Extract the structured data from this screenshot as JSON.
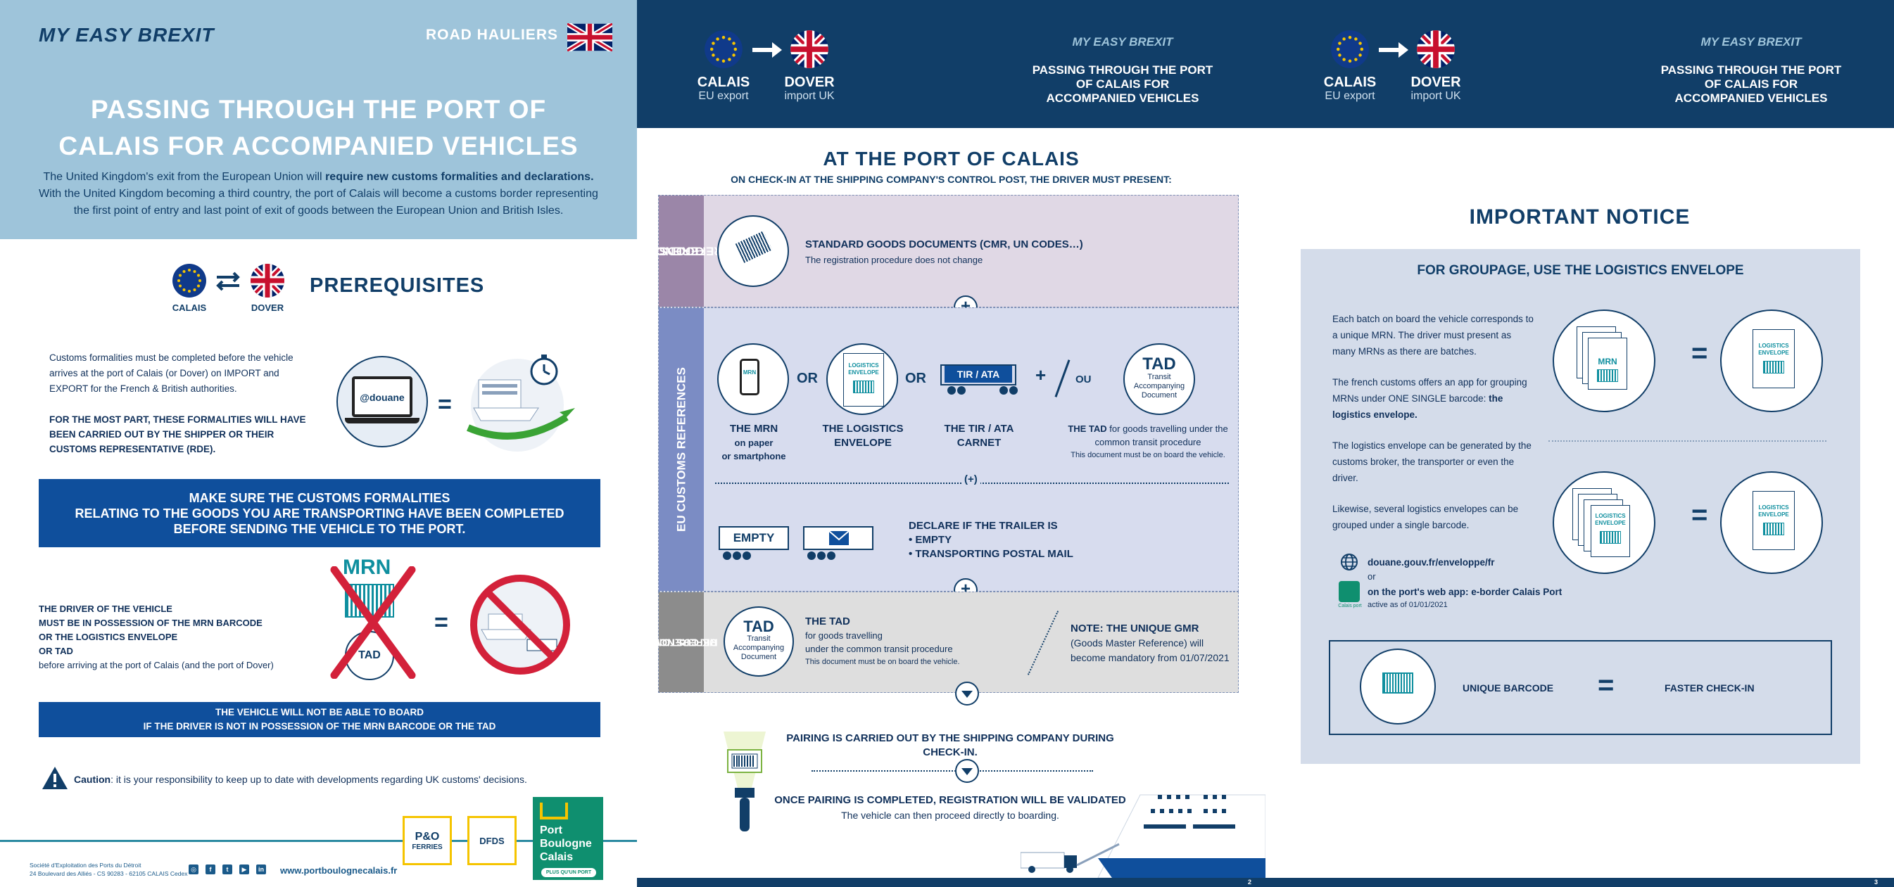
{
  "p1": {
    "brand": "MY EASY BREXIT",
    "hauliers": "ROAD HAULIERS",
    "title_l1": "PASSING THROUGH THE PORT OF",
    "title_l2": "CALAIS FOR ACCOMPANIED VEHICLES",
    "intro_a": "The United Kingdom's exit from the European Union will ",
    "intro_b": "require new customs formalities and declarations.",
    "intro_c": " With the United Kingdom becoming a third country, the port of Calais will become a customs border representing the first point of entry and last point of exit of goods between the European Union and British Isles.",
    "flag_left": "CALAIS",
    "flag_right": "DOVER",
    "prereq": "PREREQUISITES",
    "customs_text": "Customs formalities must be completed before the vehicle arrives at the port of Calais (or Dover) on IMPORT and EXPORT for the French & British authorities.",
    "customs_bold": "FOR THE MOST PART, THESE FORMALITIES WILL HAVE BEEN CARRIED OUT BY THE SHIPPER OR THEIR CUSTOMS REPRESENTATIVE (RDE).",
    "douane": "@douane",
    "banner1_l1": "MAKE SURE THE CUSTOMS FORMALITIES",
    "banner1_l2": "RELATING TO THE GOODS YOU ARE TRANSPORTING HAVE BEEN COMPLETED",
    "banner1_l3": "BEFORE SENDING THE VEHICLE TO THE PORT.",
    "driver_l1": "THE DRIVER OF THE VEHICLE",
    "driver_l2": "MUST BE IN POSSESSION OF THE MRN BARCODE",
    "driver_l3": "OR THE LOGISTICS ENVELOPE",
    "driver_l4": "OR TAD",
    "driver_l5": "before arriving at the port of Calais (and the port of Dover)",
    "mrn": "MRN",
    "tad": "TAD",
    "banner2_l1": "THE VEHICLE WILL NOT BE ABLE TO BOARD",
    "banner2_l2": "IF THE DRIVER IS NOT IN POSSESSION OF THE MRN BARCODE OR THE TAD",
    "caution_b": "Caution",
    "caution_t": ": it is your responsibility to keep up to date with developments regarding UK customs' decisions.",
    "footer_l1": "Société d'Exploitation des Ports du Détroit",
    "footer_l2": "24 Boulevard des Alliés - CS 90283 - 62105 CALAIS Cedex",
    "footer_url": "www.portboulognecalais.fr",
    "po_l1": "P&O",
    "po_l2": "FERRIES",
    "dfds": "DFDS",
    "pb_l1": "Port",
    "pb_l2": "Boulogne",
    "pb_l3": "Calais",
    "pb_sub": "PLUS QU'UN PORT"
  },
  "header": {
    "city_left": "CALAIS",
    "sub_left": "EU export",
    "city_right": "DOVER",
    "sub_right": "import UK",
    "brand": "MY EASY BREXIT",
    "title_l1": "PASSING THROUGH THE PORT",
    "title_l2": "OF CALAIS FOR",
    "title_l3": "ACCOMPANIED VEHICLES"
  },
  "p2": {
    "title": "AT THE PORT OF CALAIS",
    "subtitle": "ON CHECK-IN AT THE SHIPPING COMPANY'S CONTROL POST, THE DRIVER MUST PRESENT:",
    "sec1_l1": "GOODS",
    "sec1_l2": "REFERENCES",
    "std_docs": "STANDARD GOODS DOCUMENTS (CMR, UN CODES…)",
    "std_docs_sub": "The registration procedure does not change",
    "sec2": "EU CUSTOMS REFERENCES",
    "or1": "OR",
    "or2": "OR",
    "ou": "OU",
    "mrn_l1": "THE MRN",
    "mrn_l2": "on paper",
    "mrn_l3": "or smartphone",
    "mrn_badge": "MRN",
    "env_badge_l1": "LOGISTICS",
    "env_badge_l2": "ENVELOPE",
    "env_l1": "THE LOGISTICS",
    "env_l2": "ENVELOPE",
    "tir_badge": "TIR / ATA",
    "tir_label": "THE TIR / ATA CARNET",
    "tad_big": "TAD",
    "tad_sm1": "Transit",
    "tad_sm2": "Accompanying",
    "tad_sm3": "Document",
    "tad_label_b": "THE TAD",
    "tad_label_t": " for goods travelling under the",
    "tad_label_l2": "common transit procedure",
    "tad_note": "This document must be on board the vehicle.",
    "empty_badge": "EMPTY",
    "declare": "DECLARE IF THE TRAILER IS",
    "declare_b1": "• EMPTY",
    "declare_b2": "• TRANSPORTING POSTAL MAIL",
    "sec3_l1": "UK CUSTOMS",
    "sec3_l2": "REFERENCES",
    "uk_tad": "THE TAD",
    "uk_tad_l2": "for goods travelling",
    "uk_tad_l3": "under the common transit procedure",
    "uk_tad_note": "This document must be on board the vehicle.",
    "gmr_l1": "NOTE: THE UNIQUE GMR",
    "gmr_l2": "(Goods Master Reference) will",
    "gmr_l3": "become mandatory from 01/07/2021",
    "pairing": "PAIRING IS CARRIED OUT BY THE SHIPPING COMPANY DURING CHECK-IN.",
    "once": "ONCE PAIRING IS COMPLETED, REGISTRATION WILL BE VALIDATED",
    "proceed": "The vehicle can then proceed directly to boarding.",
    "plus": "+",
    "page": "2"
  },
  "p3": {
    "notice": "IMPORTANT NOTICE",
    "box_title": "FOR GROUPAGE, USE THE LOGISTICS ENVELOPE",
    "para1": "Each batch on board the vehicle corresponds to a unique MRN. The driver must present as many MRNs as there are batches.",
    "para2a": "The french customs offers an app for grouping MRNs under ONE SINGLE barcode: ",
    "para2b": "the logistics envelope.",
    "para3": "The logistics envelope can be generated by the customs broker, the transporter or even the driver.",
    "para4": "Likewise, several logistics envelopes can be grouped under a single barcode.",
    "link1": "douane.gouv.fr/enveloppe/fr",
    "or": "or",
    "link2": "on the port's web app: e-border Calais Port",
    "link2_sub": "active as of 01/01/2021",
    "app_cap": "Calais port",
    "mrn_badge": "MRN",
    "env_l1": "LOGISTICS",
    "env_l2": "ENVELOPE",
    "eq": "=",
    "unique": "UNIQUE BARCODE",
    "faster": "FASTER CHECK-IN",
    "page": "3"
  }
}
